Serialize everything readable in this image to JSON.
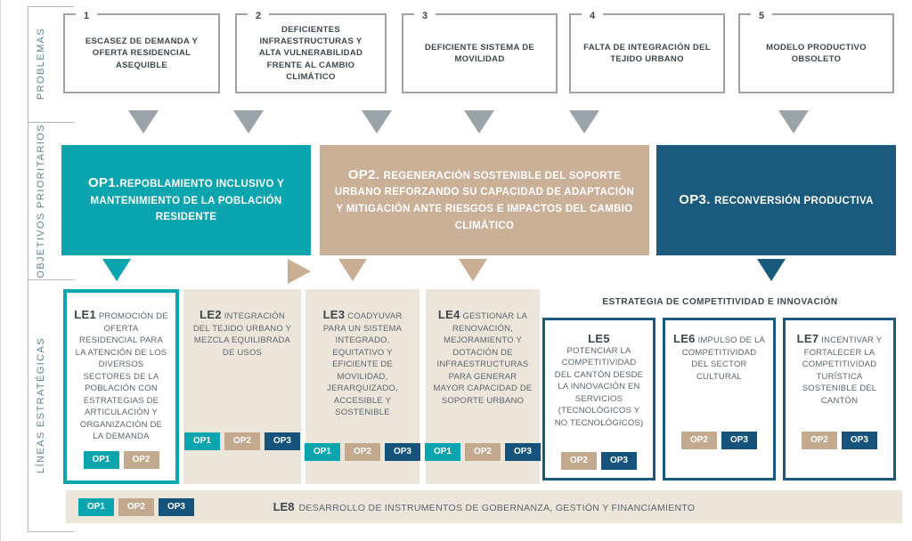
{
  "sidebar": {
    "sections": [
      {
        "label": "PROBLEMAS"
      },
      {
        "label": "OBJETIVOS PRIORITARIOS"
      },
      {
        "label": "LÍNEAS ESTRATÉGICAS"
      }
    ]
  },
  "problems": [
    {
      "number": "1",
      "text": "ESCASEZ DE DEMANDA Y OFERTA RESIDENCIAL ASEQUIBLE"
    },
    {
      "number": "2",
      "text": "DEFICIENTES INFRAESTRUCTURAS Y ALTA VULNERABILIDAD FRENTE AL CAMBIO CLIMÁTICO"
    },
    {
      "number": "3",
      "text": "DEFICIENTE SISTEMA DE MOVILIDAD"
    },
    {
      "number": "4",
      "text": "FALTA DE INTEGRACIÓN DEL TEJIDO URBANO"
    },
    {
      "number": "5",
      "text": "MODELO PRODUCTIVO OBSOLETO"
    }
  ],
  "objectives": [
    {
      "id": "OP1.",
      "text": "REPOBLAMIENTO INCLUSIVO Y MANTENIMIENTO DE LA POBLACIÓN RESIDENTE",
      "color": "#0aa5af"
    },
    {
      "id": "OP2.",
      "text": "REGENERACIÓN SOSTENIBLE DEL SOPORTE URBANO REFORZANDO SU CAPACIDAD DE ADAPTACIÓN Y MITIGACIÓN ANTE RIESGOS E IMPACTOS DEL CAMBIO CLIMÁTICO",
      "color": "#cbb098"
    },
    {
      "id": "OP3.",
      "text": "RECONVERSIÓN PRODUCTIVA",
      "color": "#1a5a7d"
    }
  ],
  "strategy_header": "ESTRATEGIA DE COMPETITIVIDAD E INNOVACIÓN",
  "lines": [
    {
      "id": "LE1",
      "text": "PROMOCIÓN DE OFERTA RESIDENCIAL PARA LA ATENCIÓN DE LOS DIVERSOS SECTORES DE LA POBLACIÓN CON ESTRATEGIAS DE ARTICULACIÓN Y ORGANIZACIÓN DE LA DEMANDA",
      "badges": [
        "OP1",
        "OP2"
      ]
    },
    {
      "id": "LE2",
      "text": "INTEGRACIÓN DEL TEJIDO URBANO Y MEZCLA EQUILIBRADA DE USOS",
      "badges": [
        "OP1",
        "OP2",
        "OP3"
      ]
    },
    {
      "id": "LE3",
      "text": "COADYUVAR PARA UN SISTEMA INTEGRADO, EQUITATIVO Y EFICIENTE DE MOVILIDAD, JERARQUIZADO, ACCESIBLE Y SOSTENIBLE",
      "badges": [
        "OP1",
        "OP2",
        "OP3"
      ]
    },
    {
      "id": "LE4",
      "text": "GESTIONAR LA RENOVACIÓN, MEJORAMIENTO Y DOTACIÓN DE INFRAESTRUCTURAS PARA GENERAR MAYOR CAPACIDAD DE SOPORTE URBANO",
      "badges": [
        "OP1",
        "OP2",
        "OP3"
      ]
    },
    {
      "id": "LE5",
      "text": "POTENCIAR LA COMPETITIVIDAD DEL CANTÓN DESDE LA INNOVACIÓN EN SERVICIOS (TECNOLÓGICOS Y NO TECNOLÓGICOS)",
      "badges": [
        "OP2",
        "OP3"
      ]
    },
    {
      "id": "LE6",
      "text": "IMPULSO DE LA COMPETITIVIDAD DEL SECTOR CULTURAL",
      "badges": [
        "OP2",
        "OP3"
      ]
    },
    {
      "id": "LE7",
      "text": "INCENTIVAR Y FORTALECER LA COMPETITIVIDAD TURÍSTICA SOSTENIBLE DEL CANTÓN",
      "badges": [
        "OP2",
        "OP3"
      ]
    }
  ],
  "le8": {
    "id": "LE8",
    "text": "DESARROLLO DE INSTRUMENTOS DE GOBERNANZA, GESTIÓN Y FINANCIAMIENTO",
    "badges": [
      "OP1",
      "OP2",
      "OP3"
    ]
  },
  "colors": {
    "teal_op1": "#0aa5af",
    "tan_op2": "#cbb098",
    "tan_badge_op2": "#c3a98e",
    "dark_blue_op3": "#1a5a7d",
    "dark_blue_badge_op3": "#15537c",
    "beige_panel": "#ece5da",
    "gray_arrow": "#9aa3a7",
    "gray_border": "#9ba1a5",
    "sidebar_label": "#5d8193",
    "dark_text": "#3c464d",
    "body_text": "#5b656d"
  }
}
